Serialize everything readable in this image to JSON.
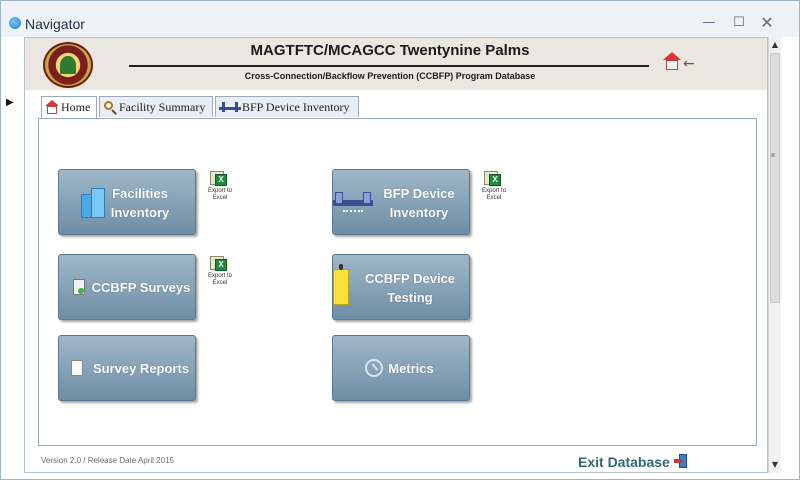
{
  "window": {
    "title": "Navigator",
    "minimize": "—",
    "maximize": "☐",
    "close": "✕"
  },
  "header": {
    "org_title": "MAGTFTC/MCAGCC Twentynine Palms",
    "subtitle": "Cross-Connection/Backflow Prevention (CCBFP) Program Database"
  },
  "tabs": [
    {
      "label": "Home",
      "icon": "home-icon",
      "active": true
    },
    {
      "label": "Facility Summary",
      "icon": "magnifier-icon",
      "active": false
    },
    {
      "label": "BFP Device Inventory",
      "icon": "pipes-icon",
      "active": false
    }
  ],
  "tiles": {
    "facilities": "Facilities Inventory",
    "surveys": "CCBFP Surveys",
    "reports": "Survey Reports",
    "bfp_inventory": "BFP Device Inventory",
    "testing": "CCBFP Device Testing",
    "metrics": "Metrics"
  },
  "export": {
    "label": "Export to Excel",
    "badge": "X"
  },
  "footer": {
    "version": "Version 2.0 / Release Date April 2015",
    "exit_label": "Exit Database"
  },
  "colors": {
    "tile": "#7f9cb3",
    "header_bg": "#ece6e1",
    "exit_text": "#2f6a74"
  }
}
